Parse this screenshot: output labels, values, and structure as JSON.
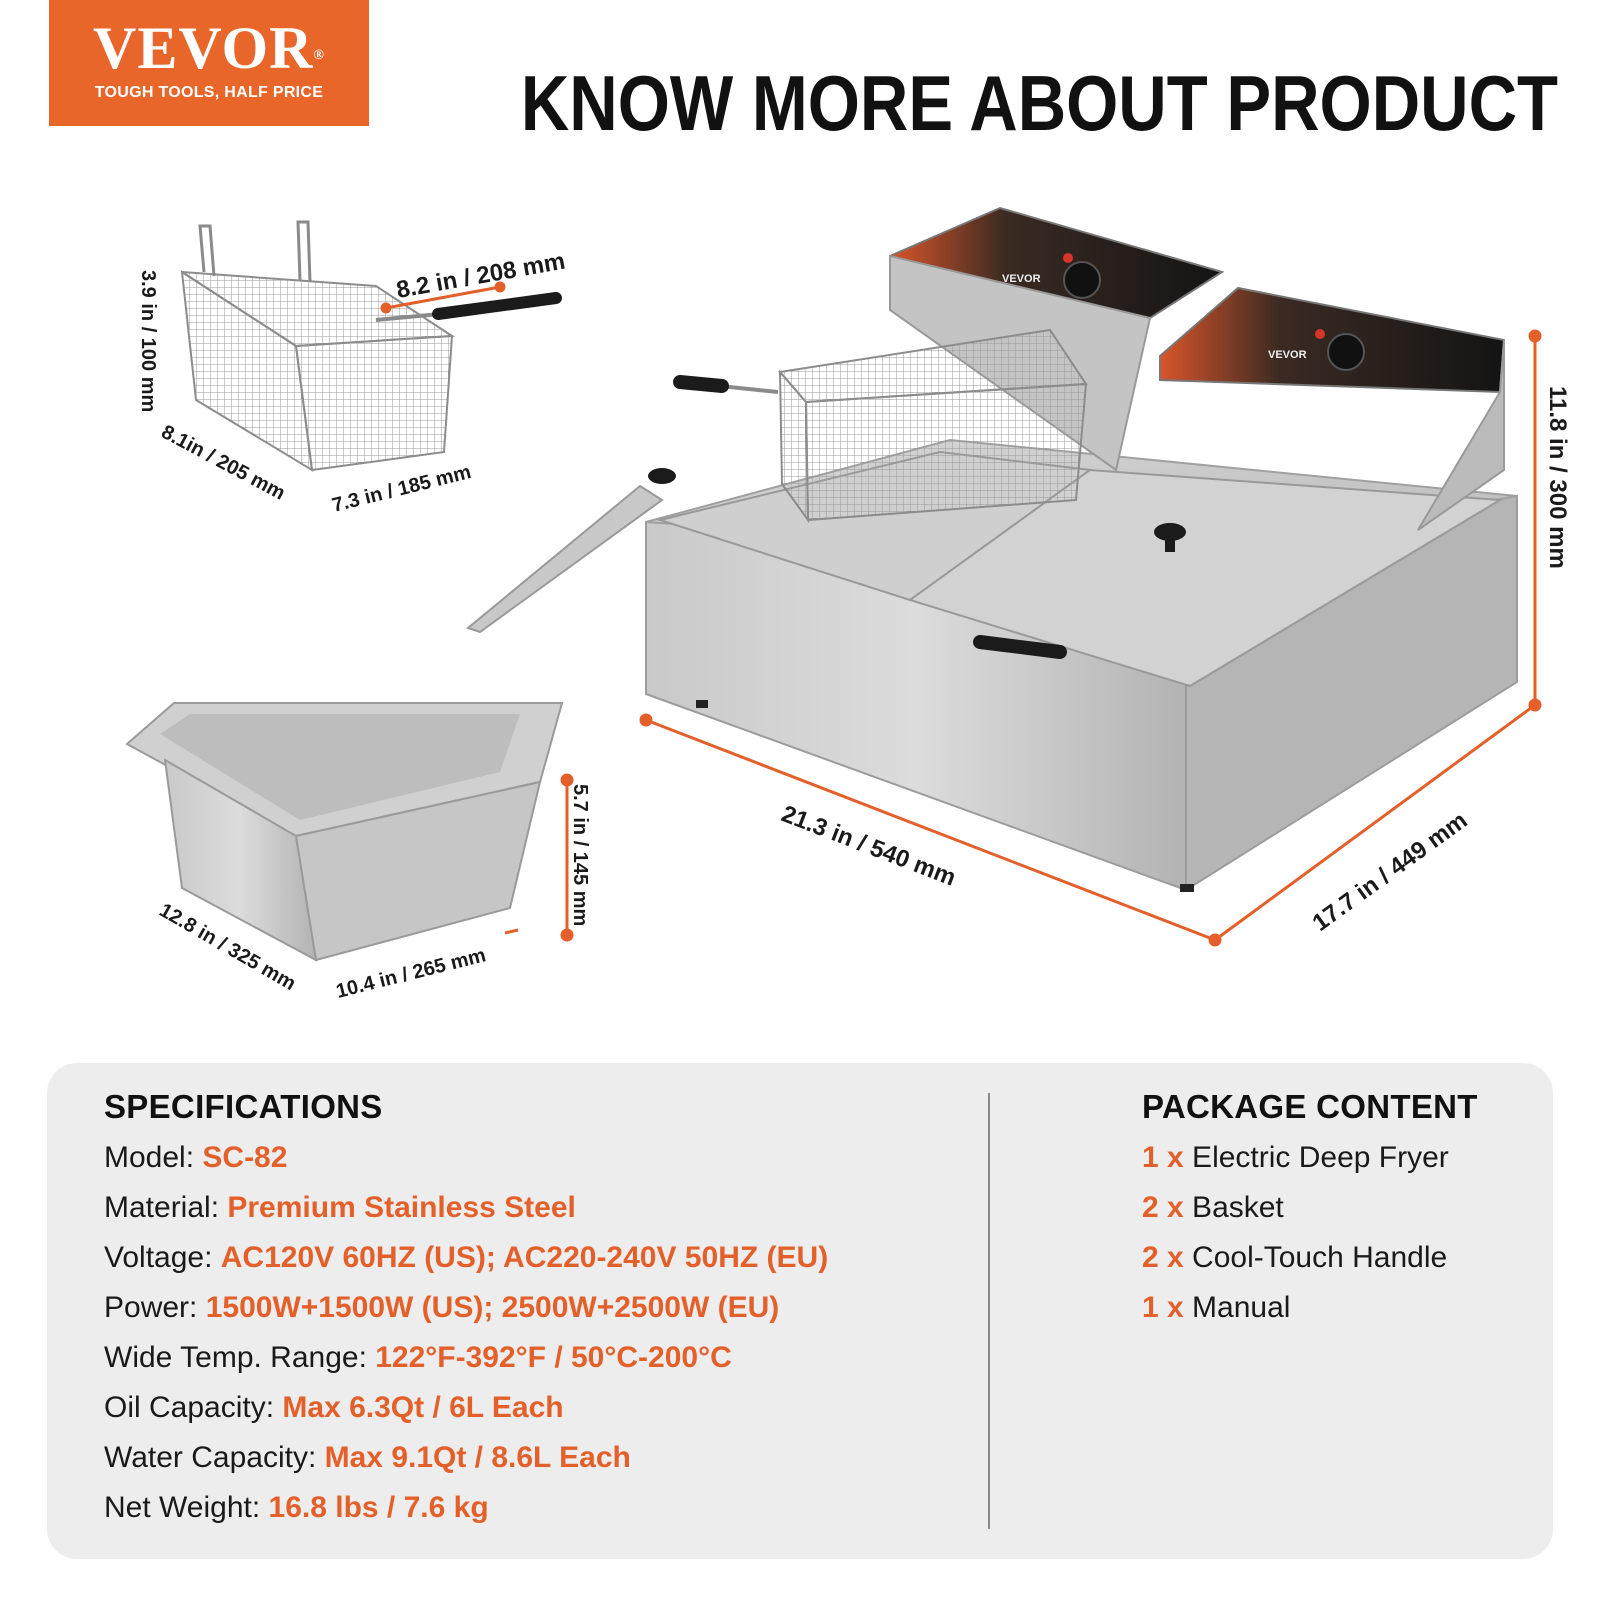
{
  "logo": {
    "brand": "VEVOR",
    "registered": "®",
    "tagline": "TOUGH TOOLS, HALF PRICE"
  },
  "headline": "KNOW MORE ABOUT PRODUCT",
  "colors": {
    "accent": "#e9662a",
    "dimension_line": "#e3602a",
    "panel_bg": "#ededed"
  },
  "dimensions": {
    "basket_length": "8.2 in / 208 mm",
    "basket_height": "3.9 in / 100 mm",
    "basket_depth": "8.1in / 205 mm",
    "basket_width": "7.3 in / 185 mm",
    "tank_height": "5.7 in / 145 mm",
    "tank_depth": "12.8 in / 325 mm",
    "tank_width": "10.4 in / 265 mm",
    "fryer_width": "21.3 in / 540 mm",
    "fryer_depth": "17.7 in / 449 mm",
    "fryer_height": "11.8 in / 300 mm"
  },
  "specifications": {
    "title": "SPECIFICATIONS",
    "rows": [
      {
        "label": "Model: ",
        "value": "SC-82"
      },
      {
        "label": "Material: ",
        "value": "Premium Stainless Steel"
      },
      {
        "label": "Voltage: ",
        "value": "AC120V 60HZ (US); AC220-240V 50HZ (EU)"
      },
      {
        "label": "Power: ",
        "value": "1500W+1500W (US); 2500W+2500W (EU)"
      },
      {
        "label": "Wide Temp. Range: ",
        "value": "122°F-392°F / 50°C-200°C"
      },
      {
        "label": "Oil Capacity: ",
        "value": "Max 6.3Qt / 6L Each"
      },
      {
        "label": "Water Capacity: ",
        "value": "Max 9.1Qt / 8.6L Each"
      },
      {
        "label": "Net Weight: ",
        "value": "16.8 lbs / 7.6 kg"
      }
    ]
  },
  "package": {
    "title": "PACKAGE CONTENT",
    "rows": [
      {
        "qty": "1 x",
        "item": " Electric Deep Fryer"
      },
      {
        "qty": "2 x",
        "item": " Basket"
      },
      {
        "qty": "2 x",
        "item": " Cool-Touch Handle"
      },
      {
        "qty": "1 x",
        "item": " Manual"
      }
    ]
  }
}
